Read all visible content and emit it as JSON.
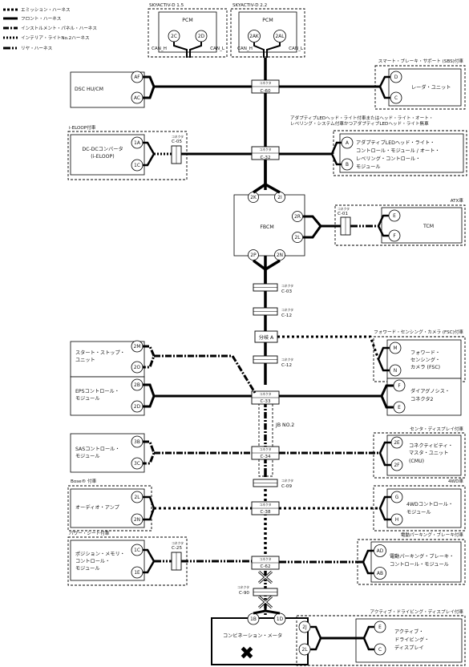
{
  "legend": [
    {
      "label": "エミッション・ハーネス",
      "style": "emission"
    },
    {
      "label": "フロント・ハーネス",
      "style": "front"
    },
    {
      "label": "インストルメント・パネル・ハーネス",
      "style": "instrument"
    },
    {
      "label": "インテリア・ライトNo.2ハーネス",
      "style": "interior"
    },
    {
      "label": "リヤ・ハーネス",
      "style": "rear"
    }
  ],
  "top_variants": [
    {
      "caption": "SKYACTIV-D 1.5",
      "unit": "PCM",
      "pins": [
        "2C",
        "2D"
      ],
      "can_h": "CAN_H",
      "can_l": "CAN_L"
    },
    {
      "caption": "SKYACTIV-D 2.2",
      "unit": "PCM",
      "pins": [
        "2AK",
        "2AL"
      ],
      "can_h": "CAN_H",
      "can_l": "CAN_L"
    }
  ],
  "connector_word": "コネクタ",
  "connectors": {
    "c60": "C-60",
    "c32": "C-32",
    "c05": "C-05",
    "c01": "C-01",
    "c03": "C-03",
    "c12a": "C-12",
    "c12b": "C-12",
    "c33": "C-33",
    "c34": "C-34",
    "c09": "C-09",
    "c38": "C-38",
    "c25": "C-25",
    "c62": "C-62",
    "c90": "C-90"
  },
  "junction": "分岐 A",
  "jb_label": "JB NO.2",
  "fbcm": {
    "name": "FBCM",
    "pins": [
      "2K",
      "2I",
      "2R",
      "2L",
      "2P",
      "2N"
    ]
  },
  "left_modules": [
    {
      "name": "DSC HU/CM",
      "pins": [
        "AF",
        "AC"
      ]
    },
    {
      "caption": "i-ELOOP付車",
      "name": "DC-DCコンバータ\n(i-ELOOP)",
      "pins": [
        "1A",
        "1C"
      ]
    },
    {
      "name": "スタート・ストップ・\nユニット",
      "pins": [
        "2M",
        "2O"
      ]
    },
    {
      "name": "EPSコントロール・\nモジュール",
      "pins": [
        "2B",
        "2D"
      ]
    },
    {
      "name": "SASコントロール・\nモジュール",
      "pins": [
        "3B",
        "3C"
      ]
    },
    {
      "caption": "Bose® 付車",
      "name": "オーディオ・アンプ",
      "pins": [
        "2L",
        "2N"
      ]
    },
    {
      "caption": "パワー・シート付車",
      "name": "ポジション・メモリ・\nコントロール・\nモジュール",
      "pins": [
        "1C",
        "1E"
      ]
    }
  ],
  "right_modules": [
    {
      "caption": "スマート・ブレーキ・サポート (SBS)付車",
      "name": "レーダ・ユニット",
      "pins": [
        "D",
        "C"
      ]
    },
    {
      "caption": "アダプティブLEDヘッド・ライト付車またはヘッド・ライト・オート・\nレベリング・システム付車かつアダプティブLEDヘッド・ライト無車",
      "name": "アダプティブLEDヘッド・ライト・\nコントロール・モジュール / オート・\nレベリング・コントロール・\nモジュール",
      "pins": [
        "A",
        "B"
      ]
    },
    {
      "caption": "ATX車",
      "name": "TCM",
      "pins": [
        "E",
        "F"
      ]
    },
    {
      "caption": "フォワード・センシング・カメラ (FSC)付車",
      "name": "フォワード・\nセンシング・\nカメラ (FSC)",
      "pins": [
        "M",
        "N"
      ]
    },
    {
      "name": "ダイアグノシス・\nコネクタ2",
      "pins": [
        "F",
        "E"
      ]
    },
    {
      "caption": "センタ・ディスプレイ付車",
      "name": "コネクティビティ・\nマスタ・ユニット\n(CMU)",
      "pins": [
        "2E",
        "2F"
      ]
    },
    {
      "caption": "4WD車",
      "name": "4WDコントロール・\nモジュール",
      "pins": [
        "G",
        "H"
      ]
    },
    {
      "caption": "電動パーキング・ブレーキ付車",
      "name": "電動パーキング・ブレーキ・\nコントロール・モジュール",
      "pins": [
        "AD",
        "AB"
      ]
    },
    {
      "caption": "アクティブ・ドライビング・ディスプレイ付車",
      "name": "アクティブ・\nドライビング・\nディスプレイ",
      "pins": [
        "E",
        "C"
      ]
    }
  ],
  "meter": {
    "name": "コンビネーション・メータ",
    "pins": [
      "1B",
      "1D",
      "2J",
      "2L"
    ]
  }
}
